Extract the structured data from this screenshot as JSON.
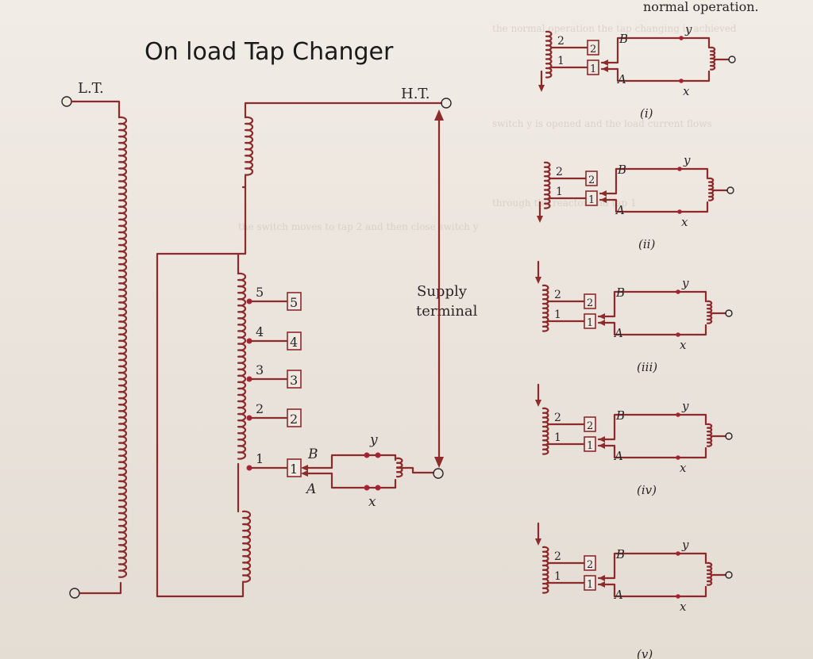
{
  "title": "On load Tap Changer",
  "labels": {
    "lt": "L.T.",
    "ht": "H.T.",
    "supply_line1": "Supply",
    "supply_line2": "terminal",
    "tap_labels": [
      "5",
      "4",
      "3",
      "2",
      "1"
    ],
    "contact_b": "B",
    "contact_a": "A",
    "switch_y": "y",
    "switch_x": "x"
  },
  "top_fragment": "normal operation.",
  "stages": [
    {
      "caption": "(i)",
      "tap_top": "2",
      "tap_bottom": "1",
      "b": "B",
      "a": "A",
      "y": "y",
      "x": "x"
    },
    {
      "caption": "(ii)",
      "tap_top": "2",
      "tap_bottom": "1",
      "b": "B",
      "a": "A",
      "y": "y",
      "x": "x"
    },
    {
      "caption": "(iii)",
      "tap_top": "2",
      "tap_bottom": "1",
      "b": "B",
      "a": "A",
      "y": "y",
      "x": "x"
    },
    {
      "caption": "(iv)",
      "tap_top": "2",
      "tap_bottom": "1",
      "b": "B",
      "a": "A",
      "y": "y",
      "x": "x"
    },
    {
      "caption": "(v)",
      "tap_top": "2",
      "tap_bottom": "1",
      "b": "B",
      "a": "A",
      "y": "y",
      "x": "x"
    }
  ],
  "colors": {
    "wire": "#8c2a2c",
    "contact": "#b0213a",
    "paper": "#ece6df"
  }
}
